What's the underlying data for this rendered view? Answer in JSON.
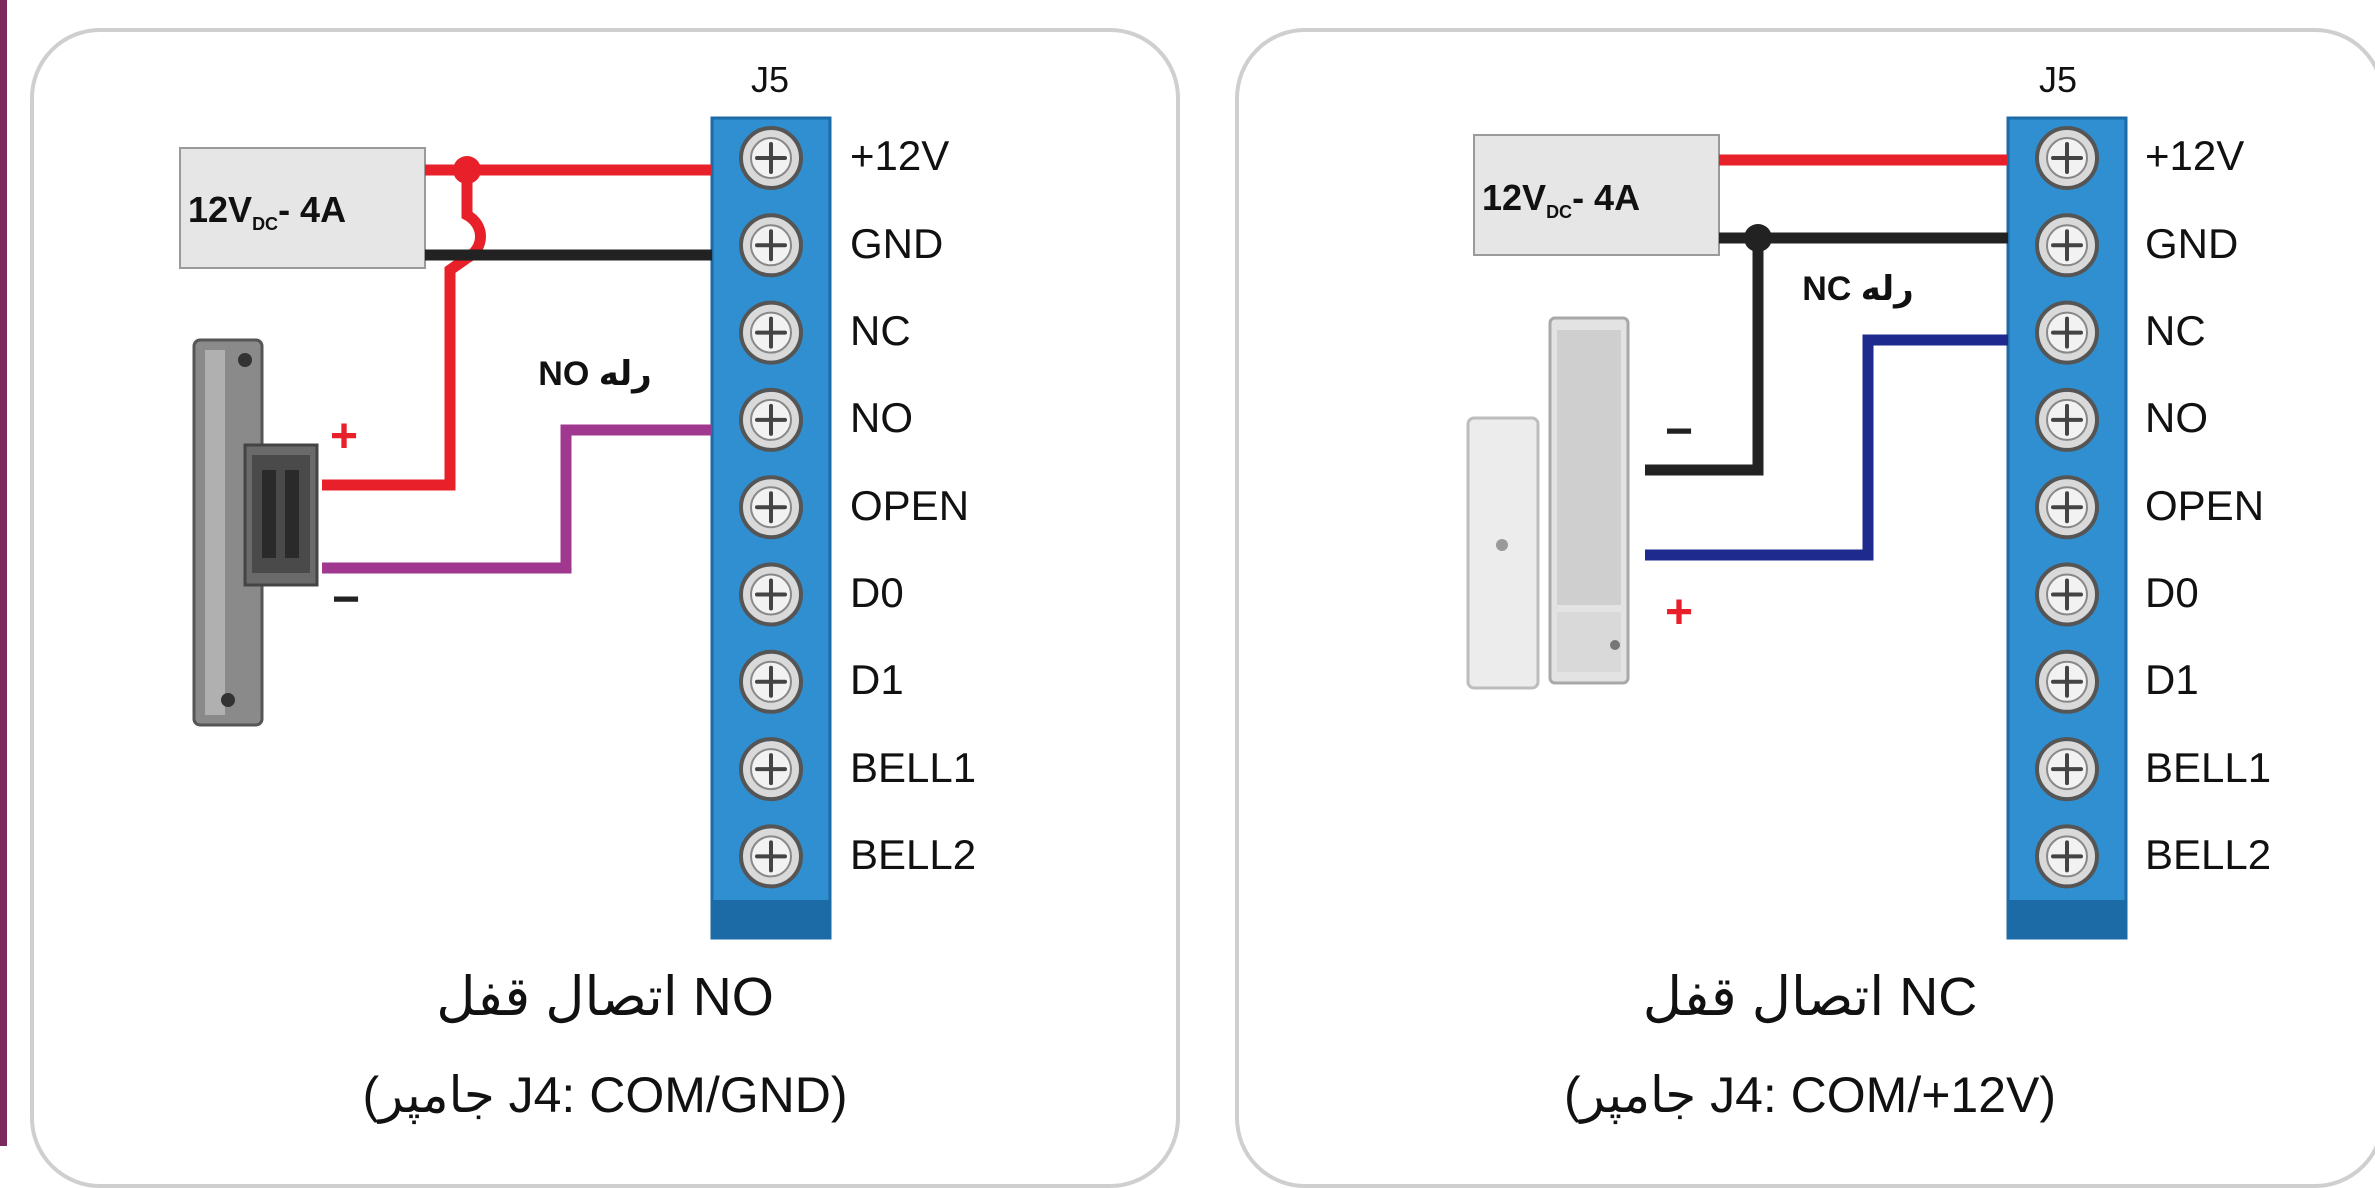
{
  "diagrams": [
    {
      "header_label": "J5",
      "terminals": [
        "+12V",
        "GND",
        "NC",
        "NO",
        "OPEN",
        "D0",
        "D1",
        "BELL1",
        "BELL2"
      ],
      "psu": {
        "main": "12V",
        "sub": "DC",
        "tail": "- 4A"
      },
      "relay_label": "NO رله",
      "plus_sign": "+",
      "minus_sign": "−",
      "title": "اتصال قفل NO",
      "subtitle": "(جامپر J4: COM/GND)"
    },
    {
      "header_label": "J5",
      "terminals": [
        "+12V",
        "GND",
        "NC",
        "NO",
        "OPEN",
        "D0",
        "D1",
        "BELL1",
        "BELL2"
      ],
      "psu": {
        "main": "12V",
        "sub": "DC",
        "tail": "- 4A"
      },
      "relay_label": "NC رله",
      "plus_sign": "+",
      "minus_sign": "−",
      "title": "اتصال قفل NC",
      "subtitle": "(جامپر J4: COM/+12V)"
    }
  ],
  "colors": {
    "terminal_block": "#2f8fd0",
    "terminal_block_dark": "#1c6ba6",
    "wire_red": "#e8202a",
    "wire_black": "#222222",
    "wire_purple": "#a0388f",
    "wire_blue": "#1f2a8f",
    "panel_border": "#cfcfcf",
    "accent_bar": "#7a2a5c"
  }
}
